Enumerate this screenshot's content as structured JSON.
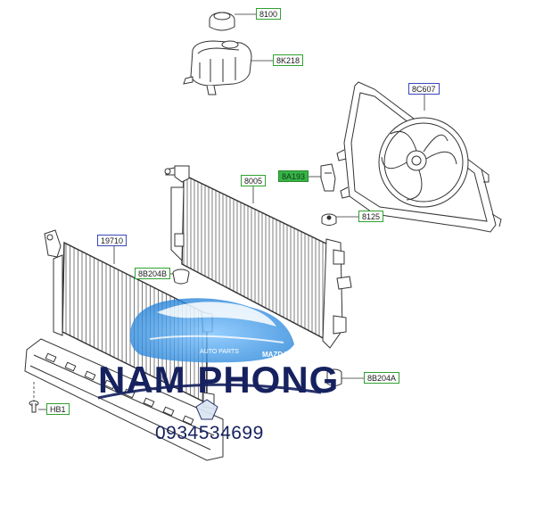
{
  "callouts": [
    {
      "id": "8100"
    },
    {
      "id": "8K218"
    },
    {
      "id": "8C607"
    },
    {
      "id": "8A193"
    },
    {
      "id": "8005"
    },
    {
      "id": "8125"
    },
    {
      "id": "19710"
    },
    {
      "id": "8B204B"
    },
    {
      "id": "8B204A"
    },
    {
      "id": "HB1"
    }
  ],
  "watermark": {
    "brand": "NAM PHONG",
    "phone": "0934534699",
    "tagline": "AUTO PARTS",
    "logo_text": "MAZDA"
  },
  "colors": {
    "callout_green": "#2fa12f",
    "callout_blue": "#3a46b8",
    "callout_fill": "#37b34a",
    "brand_navy": "#16215f",
    "logo_blue": "#1f7fd6"
  }
}
